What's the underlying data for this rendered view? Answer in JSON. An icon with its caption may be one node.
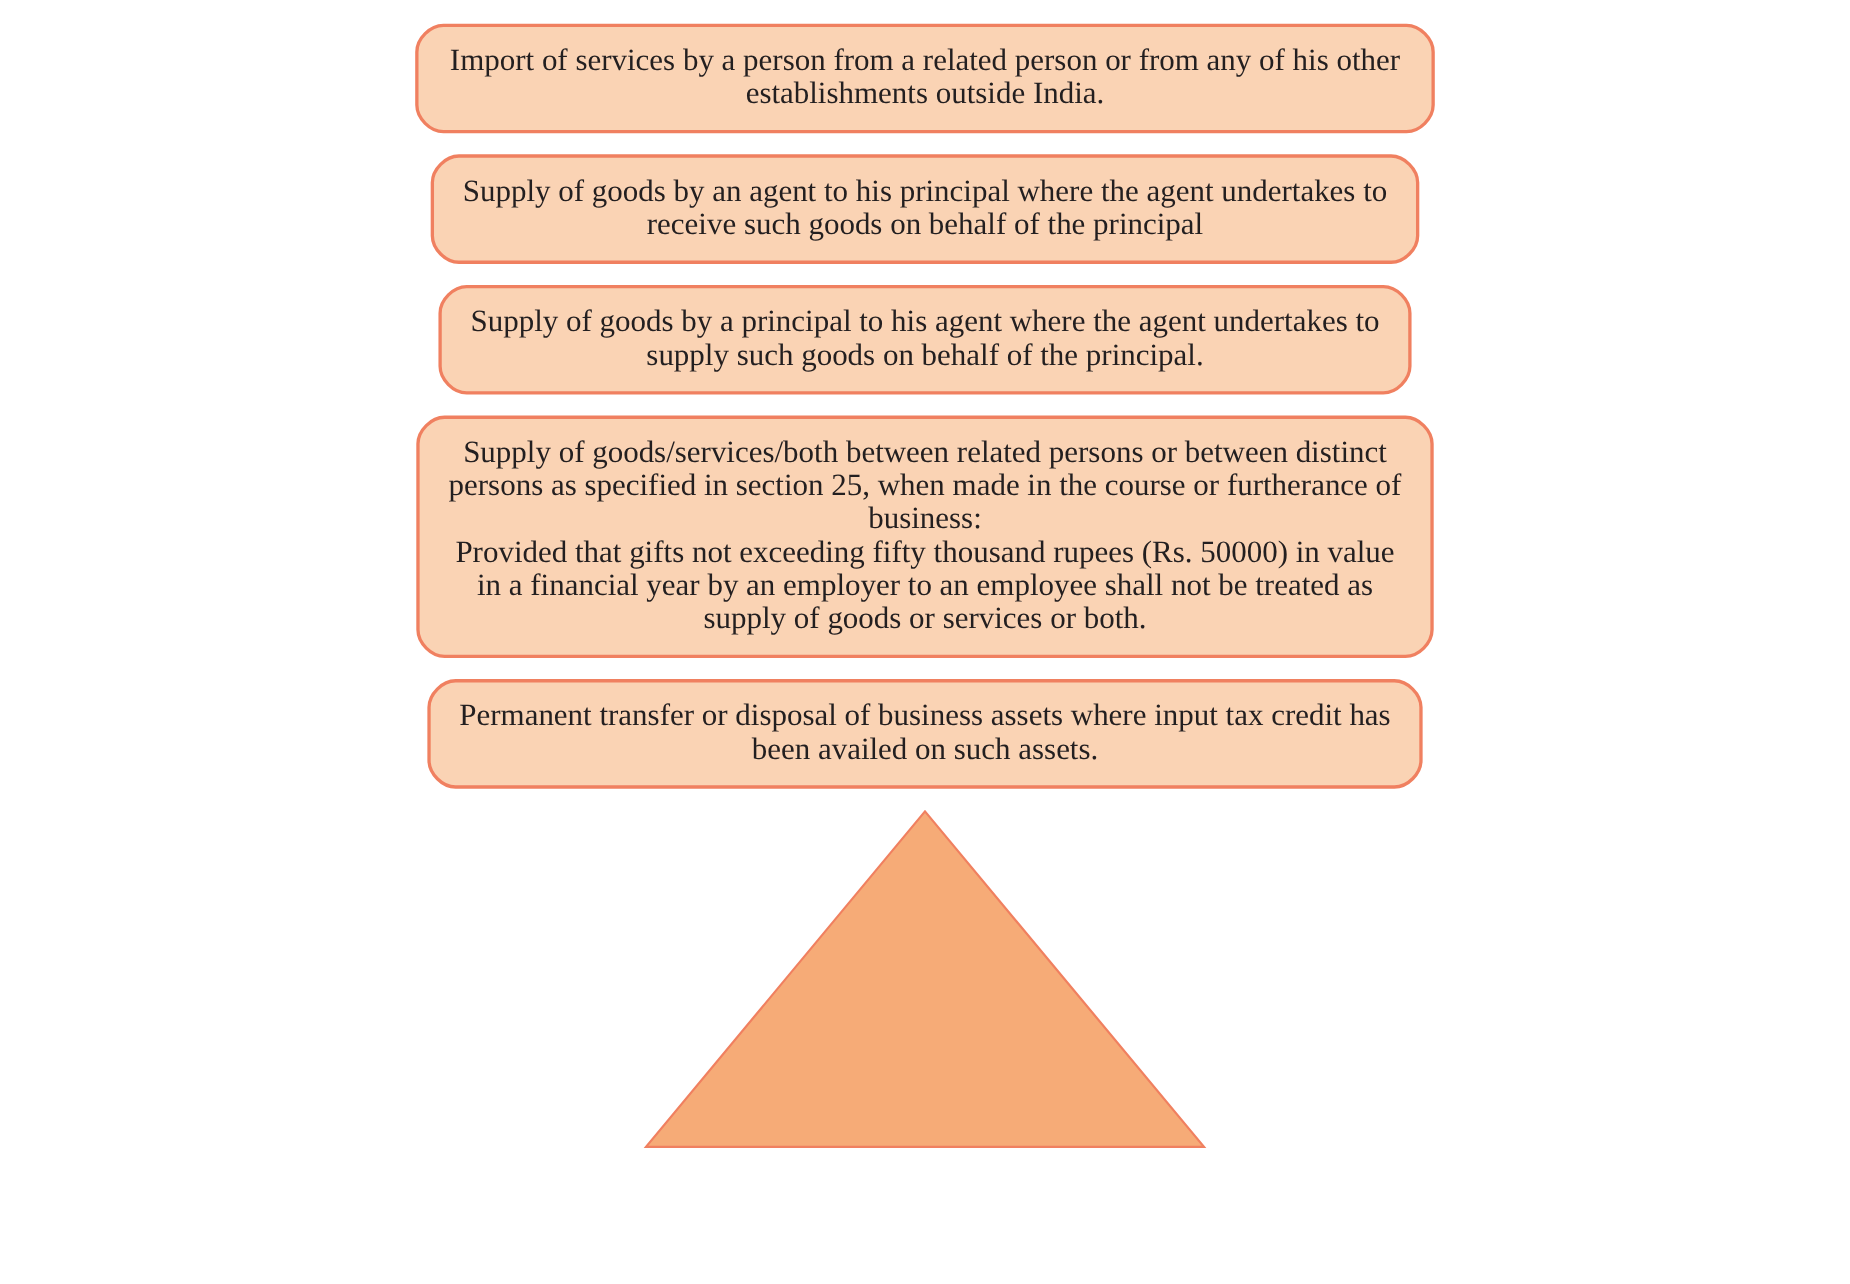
{
  "diagram": {
    "nodes": [
      {
        "text": [],
        "shape": "triangle"
      },
      {
        "text": [
          "Permanent transfer or disposal of business assets where input tax credit has been availed on such assets."
        ]
      },
      {
        "text": [
          "Supply of goods/services/both between related persons or between distinct persons as specified in section 25, when made in the course or furtherance of business:",
          "Provided that gifts not exceeding fifty thousand rupees (Rs. 50000) in value in a financial year by an employer to an employee shall not be treated as supply of goods or services or both."
        ]
      },
      {
        "text": [
          "Supply of goods by a principal to his agent where the agent undertakes to supply such goods on behalf of the principal."
        ]
      },
      {
        "text": [
          "Supply of goods by an agent to his principal where the agent undertakes to receive such goods on behalf of the principal"
        ]
      },
      {
        "text": [
          "Import of services by a person from a related person or from any of his other establishments outside India."
        ]
      }
    ],
    "edges": []
  }
}
